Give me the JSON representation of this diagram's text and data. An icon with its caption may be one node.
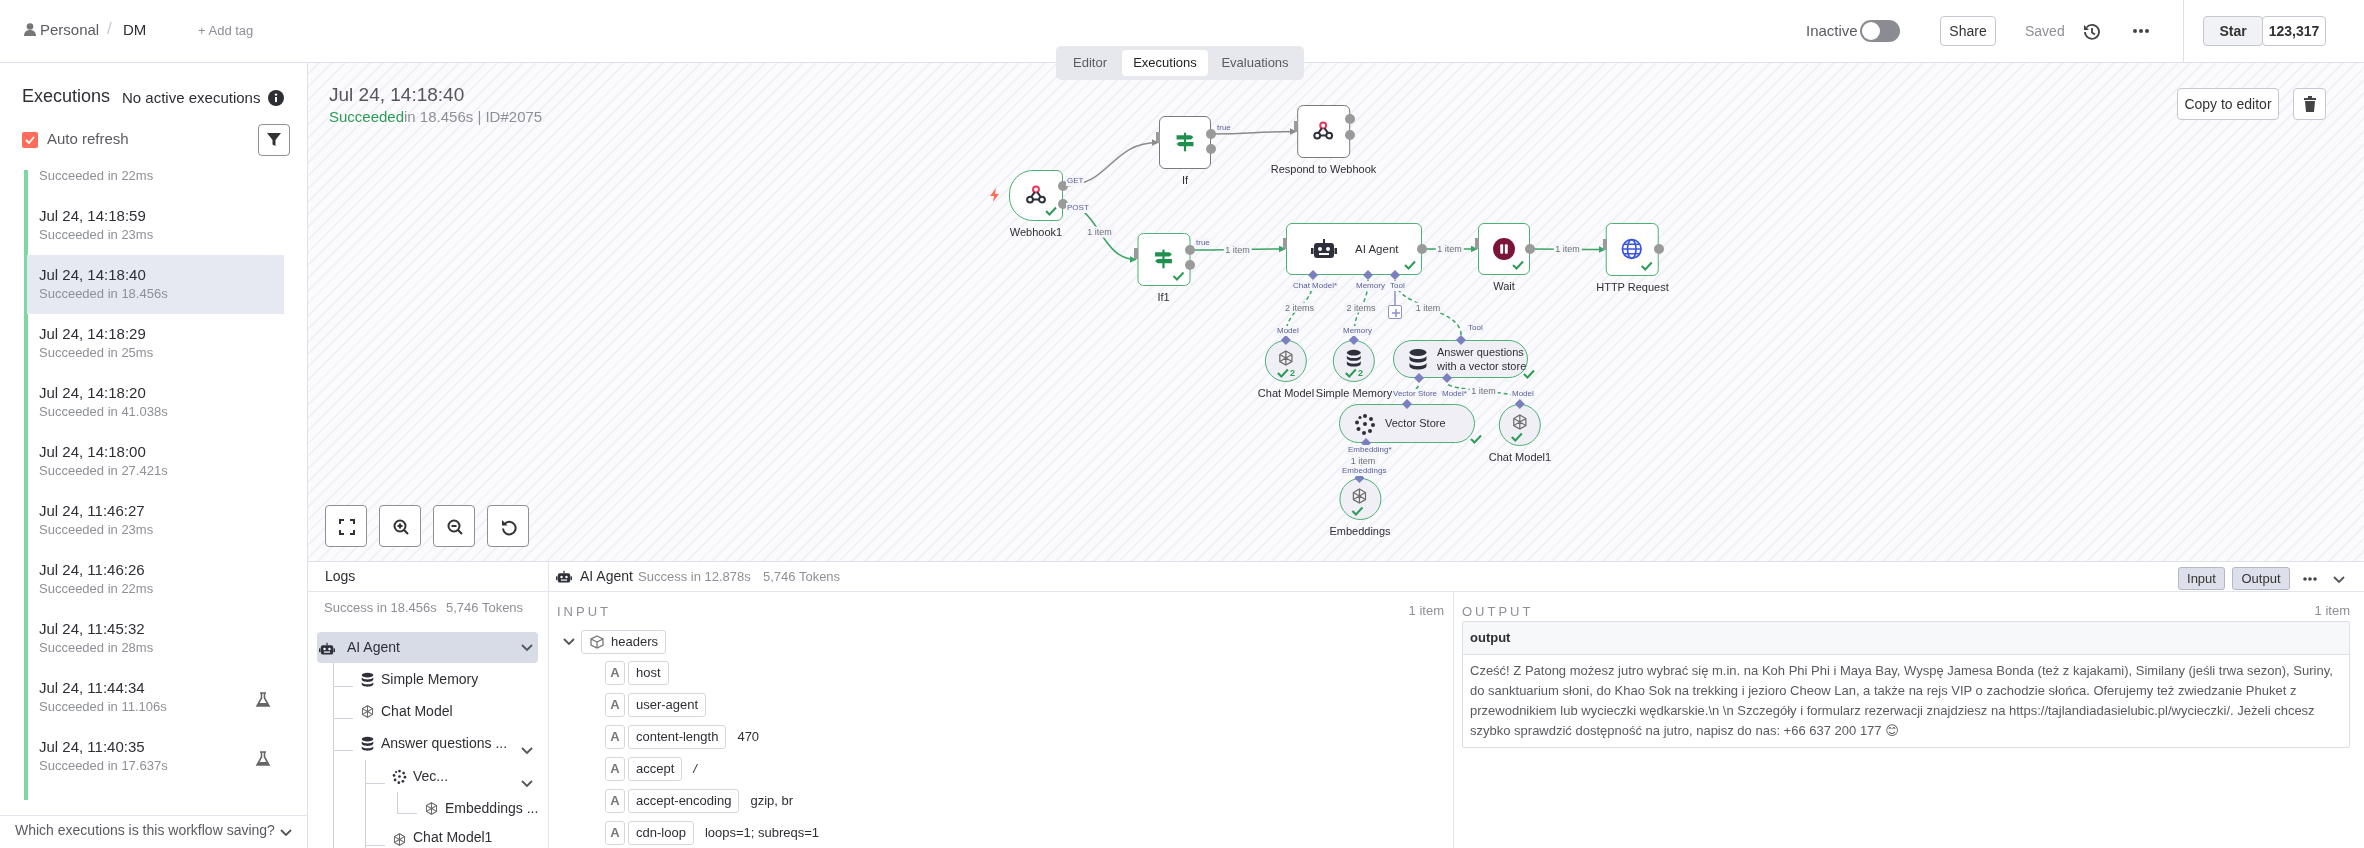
{
  "diagram": {
    "nodes": [
      {
        "text": [
          "Webhook1"
        ]
      },
      {
        "text": [
          "If"
        ]
      },
      {
        "text": [
          "Respond to Webhook"
        ]
      },
      {
        "text": [
          "If1"
        ]
      },
      {
        "text": [
          "AI Agent"
        ]
      },
      {
        "text": [
          "Wait"
        ]
      },
      {
        "text": [
          "HTTP Request"
        ]
      },
      {
        "text": [
          "Chat Model"
        ]
      },
      {
        "text": [
          "Simple Memory"
        ]
      },
      {
        "text": [],
        "shape": "box"
      },
      {
        "text": [
          "Answer questions with a vector store"
        ]
      },
      {
        "text": [
          "Vector Store"
        ]
      },
      {
        "text": [
          "Chat Model1"
        ]
      },
      {
        "text": [
          "Embeddings"
        ]
      }
    ],
    "edges": [
      {
        "from": 0,
        "to": 1,
        "arrow": "to",
        "color": "#8a8a8a"
      },
      {
        "from": 1,
        "to": 2,
        "arrow": "to",
        "color": "#8a8a8a"
      },
      {
        "from": 0,
        "to": 3,
        "arrow": "to",
        "label": "1 item"
      },
      {
        "from": 3,
        "to": 4,
        "arrow": "to",
        "label": "1 item"
      },
      {
        "from": 4,
        "to": 5,
        "arrow": "to",
        "label": "1 item"
      },
      {
        "from": 5,
        "to": 6,
        "arrow": "to",
        "label": "1 item"
      },
      {
        "from": 7,
        "to": 4,
        "arrow": "none",
        "label": "2 items",
        "style": "dashed"
      },
      {
        "from": 8,
        "to": 4,
        "arrow": "none",
        "label": "2 items",
        "style": "dashed"
      },
      {
        "from": 10,
        "to": 4,
        "arrow": "none",
        "label": "1 item",
        "style": "dashed"
      },
      {
        "from": 4,
        "to": 9,
        "arrow": "none",
        "color": "#8d93c8"
      },
      {
        "from": 11,
        "to": 10,
        "arrow": "none",
        "style": "dashed"
      },
      {
        "from": 12,
        "to": 10,
        "arrow": "none",
        "label": "1 item",
        "style": "dashed"
      },
      {
        "from": 13,
        "to": 11,
        "arrow": "none",
        "label": "1 item",
        "style": "dashed"
      }
    ],
    "labels": [
      "Personal",
      "/",
      "DM",
      "+ Add tag",
      "Inactive",
      "Share",
      "Saved",
      "Star",
      "123,317",
      "Editor",
      "Executions",
      "Evaluations",
      "Executions",
      "No active executions",
      "Auto refresh",
      "Succeeded in 22ms",
      "Jul 24, 14:18:59",
      "Succeeded in 23ms",
      "Jul 24, 14:18:40",
      "Succeeded in 18.456s",
      "Jul 24, 14:18:29",
      "Succeeded in 25ms",
      "Jul 24, 14:18:20",
      "Succeeded in 41.038s",
      "Jul 24, 14:18:00",
      "Succeeded in 27.421s",
      "Jul 24, 11:46:27",
      "Succeeded in 23ms",
      "Jul 24, 11:46:26",
      "Succeeded in 22ms",
      "Jul 24, 11:45:32",
      "Succeeded in 28ms",
      "Jul 24, 11:44:34",
      "Succeeded in 11.106s",
      "Jul 24, 11:40:35",
      "Succeeded in 17.637s",
      "Which executions is this workflow saving?",
      "Jul 24, 14:18:40",
      "Succeeded",
      "in 18.456s | ID#2075",
      "Copy to editor",
      "GET",
      "POST",
      "true",
      "true",
      "Chat Model*",
      "Memory",
      "Tool",
      "Model",
      "Memory",
      "Tool",
      "Vector Store",
      "Model*",
      "Model",
      "Embedding*",
      "Embeddings",
      "2",
      "2",
      "Logs",
      "Success in 18.456s",
      "5,746 Tokens",
      "AI Agent",
      "Simple Memory",
      "Chat Model",
      "Answer questions ...",
      "Vec...",
      "Embeddings ...",
      "Chat Model1",
      "AI Agent",
      "Success in 12.878s",
      "5,746 Tokens",
      "Input",
      "Output",
      "INPUT",
      "1 item",
      "headers",
      "A",
      "host",
      "A",
      "user-agent",
      "A",
      "content-length",
      "470",
      "A",
      "accept",
      "*/*",
      "A",
      "accept-encoding",
      "gzip, br",
      "A",
      "cdn-loop",
      "loops=1; subreqs=1",
      "OUTPUT",
      "1 item",
      "output",
      "Cześć! Z Patong możesz jutro wybrać się m.in. na Koh Phi Phi i Maya Bay, Wyspę Jamesa Bonda (też z kajakami), Similany (jeśli trwa sezon), Suriny, do sanktuarium słoni, do Khao Sok na trekking i jezioro Cheow Lan, a także na rejs VIP o zachodzie słońca. Oferujemy też zwiedzanie Phuket z przewodnikiem lub wycieczki wędkarskie.\\n \\n Szczegóły i formularz rezerwacji znajdziesz na https://tajlandiadasielubic.pl/wycieczki/. Jeżeli chcesz szybko sprawdzić dostępność na jutro, napisz do nas: +66 637 200 177 😊"
    ]
  }
}
